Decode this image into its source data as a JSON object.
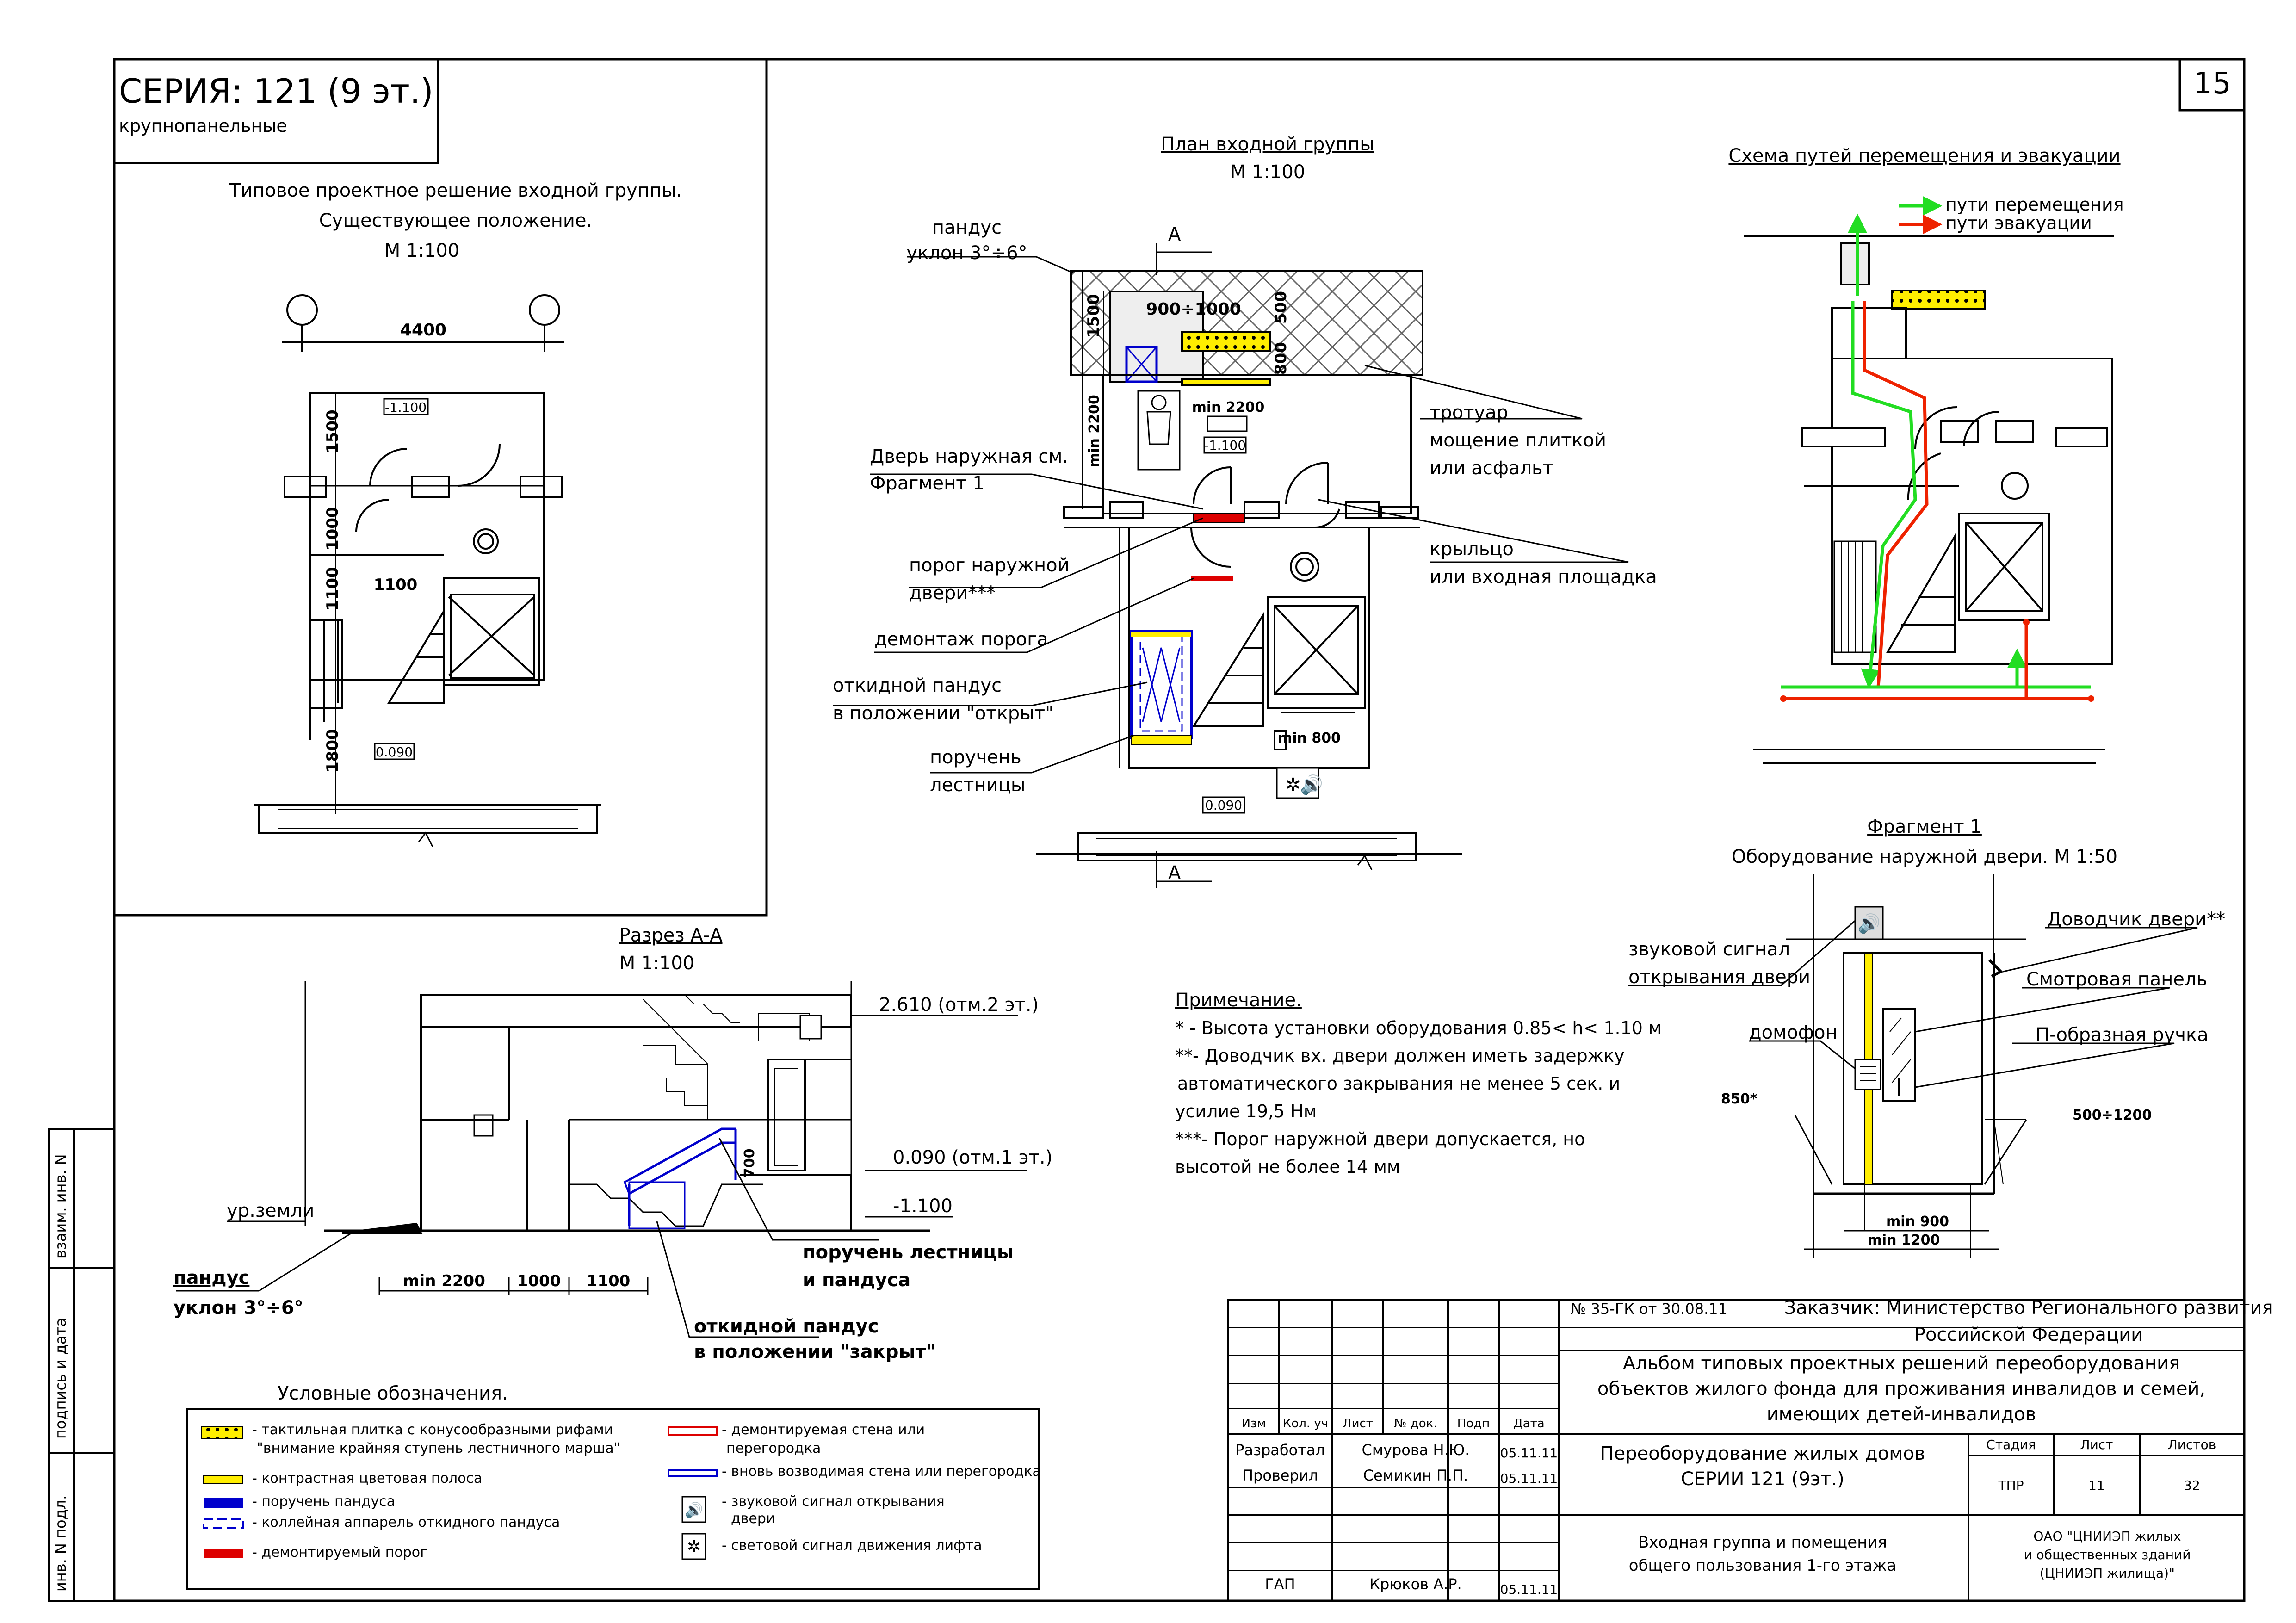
{
  "sheet": {
    "number": "15",
    "series_title": "СЕРИЯ: 121 (9 эт.)",
    "series_subtitle": "крупнопанельные"
  },
  "existing": {
    "title1": "Типовое проектное решение входной группы.",
    "title2": "Существующее положение.",
    "scale": "М 1:100",
    "dim_width": "4400",
    "dim_1500": "1500",
    "dim_1000": "1000",
    "dim_1100v": "1100",
    "dim_1100h": "1100",
    "dim_1800": "1800",
    "level_top": "-1.100",
    "level_bottom": "0.090"
  },
  "plan": {
    "title": "План входной группы",
    "scale": "М 1:100",
    "section_mark": "А",
    "dim_900_1000": "900÷1000",
    "dim_1500": "1500",
    "dim_500": "500",
    "dim_800": "800",
    "dim_min2200h": "min 2200",
    "dim_min2200v": "min 2200",
    "dim_min800": "min 800",
    "level_top": "-1.100",
    "level_bottom": "0.090",
    "ramp_label1": "пандус",
    "ramp_label2": "уклон 3°÷6°",
    "door_label1": "Дверь наружная см.",
    "door_label2": "Фрагмент 1",
    "threshold1": "порог наружной",
    "threshold2": "двери***",
    "dismantle": "демонтаж порога",
    "fold_ramp1": "откидной пандус",
    "fold_ramp2": "в положении \"открыт\"",
    "handrail1": "поручень",
    "handrail2": "лестницы",
    "sidewalk1": "тротуар",
    "sidewalk2": "мощение плиткой",
    "sidewalk3": "или асфальт",
    "porch1": "крыльцо",
    "porch2": "или входная площадка"
  },
  "scheme": {
    "title": "Схема путей перемещения и эвакуации",
    "legend_move": "пути перемещения",
    "legend_evac": "пути эвакуации",
    "move_color": "#22dd22",
    "evac_color": "#ee2200"
  },
  "section": {
    "title": "Разрез А-А",
    "scale": "М 1:100",
    "level_2610": "2.610 (отм.2 эт.)",
    "level_0090": "0.090 (отм.1 эт.)",
    "level_m1100": "-1.100",
    "ground": "ур.земли",
    "ramp1": "пандус",
    "ramp2": "уклон 3°÷6°",
    "dim_min2200": "min 2200",
    "dim_1000": "1000",
    "dim_1100": "1100",
    "dim_700": "700",
    "handrail1": "поручень лестницы",
    "handrail2": "и пандуса",
    "fold1": "откидной пандус",
    "fold2": "в положении \"закрыт\""
  },
  "notes": {
    "title": "Примечание.",
    "n1": "* - Высота установки оборудования 0.85< h< 1.10 м",
    "n2a": "**- Доводчик вх. двери должен иметь задержку",
    "n2b": "автоматического закрывания не менее 5 сек. и",
    "n2c": "усилие 19,5 Нм",
    "n3a": "***-  Порог наружной двери допускается, но",
    "n3b": "высотой не более 14 мм"
  },
  "fragment": {
    "title": "Фрагмент 1",
    "subtitle": "Оборудование наружной двери. М 1:50",
    "sound1": "звуковой сигнал",
    "sound2": "открывания двери",
    "closer": "Доводчик двери**",
    "panel": "Смотровая панель",
    "handle": "П-образная ручка",
    "intercom": "домофон",
    "dim_850": "850*",
    "dim_500_1200": "500÷1200",
    "dim_min900": "min 900",
    "dim_min1200": "min 1200"
  },
  "legend": {
    "title": "Условные обозначения.",
    "items_left": [
      {
        "text1": "- тактильная плитка с конусообразными рифами",
        "text2": "\"внимание крайняя ступень лестничного марша\""
      },
      {
        "text1": "- контрастная цветовая полоса",
        "text2": ""
      },
      {
        "text1": "- поручень пандуса",
        "text2": ""
      },
      {
        "text1": "- коллейная аппарель откидного пандуса",
        "text2": ""
      },
      {
        "text1": "- демонтируемый порог",
        "text2": ""
      }
    ],
    "items_right": [
      {
        "text1": "- демонтируемая стена или",
        "text2": "перегородка"
      },
      {
        "text1": "- вновь возводимая стена или перегородка",
        "text2": ""
      },
      {
        "text1": "- звуковой сигнал открывания",
        "text2": "двери"
      },
      {
        "text1": "- световой сигнал движения лифта",
        "text2": ""
      }
    ]
  },
  "side_stamp": {
    "c1": "взаим. инв. N",
    "c2": "подпись и дата",
    "c3": "инв. N подл."
  },
  "title_block": {
    "doc": "№ 35-ГК от 30.08.11",
    "customer1": "Заказчик: Министерство Регионального развития",
    "customer2": "Российской Федерации",
    "album1": "Альбом типовых проектных решений переоборудования",
    "album2": "объектов жилого фонда для проживания инвалидов и семей,",
    "album3": "имеющих детей-инвалидов",
    "hdr_izm": "Изм",
    "hdr_kol": "Кол. уч",
    "hdr_list": "Лист",
    "hdr_doc": "№ док.",
    "hdr_sign": "Подп",
    "hdr_date": "Дата",
    "role1": "Разработал",
    "name1": "Смурова Н.Ю.",
    "date1": "05.11.11",
    "role2": "Проверил",
    "name2": "Семикин П.П.",
    "date2": "05.11.11",
    "role3": "ГАП",
    "name3": "Крюков А.Р.",
    "date3": "05.11.11",
    "project1": "Переоборудование жилых домов",
    "project2": "СЕРИИ 121 (9эт.)",
    "stage_h": "Стадия",
    "sheet_h": "Лист",
    "sheets_h": "Листов",
    "stage": "ТПР",
    "sheet": "11",
    "sheets": "32",
    "sheet_title1": "Входная группа и помещения",
    "sheet_title2": "общего пользования 1-го этажа",
    "org1": "ОАО \"ЦНИИЭП жилых",
    "org2": "и общественных зданий",
    "org3": "(ЦНИИЭП жилища)\""
  },
  "colors": {
    "yellow": "#ffee00",
    "blue": "#0000cc",
    "red": "#dd0000",
    "green": "#22dd22"
  }
}
